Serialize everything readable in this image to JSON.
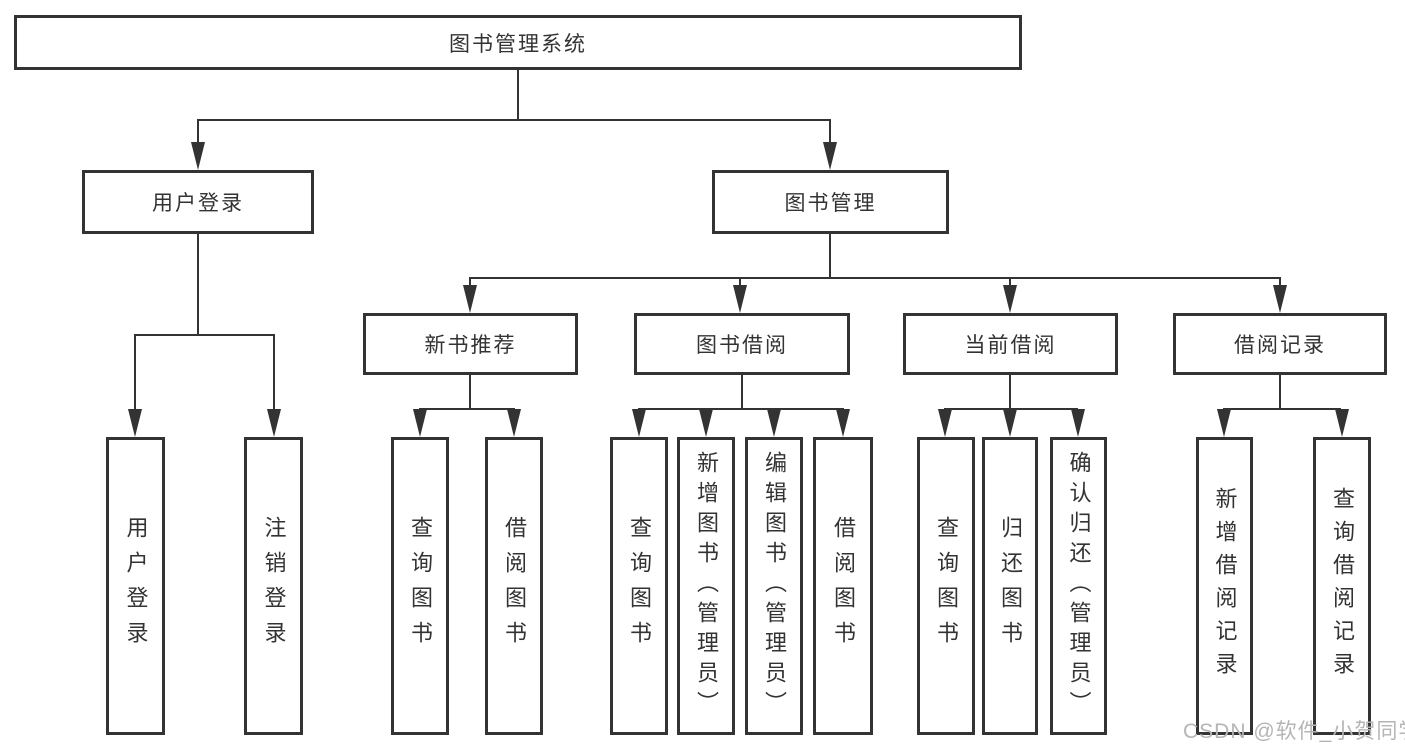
{
  "tree": {
    "label": "图书管理系统",
    "children": [
      {
        "label": "用户登录",
        "children": [
          {
            "label": "用户登录"
          },
          {
            "label": "注销登录"
          }
        ]
      },
      {
        "label": "图书管理",
        "children": [
          {
            "label": "新书推荐",
            "children": [
              {
                "label": "查询图书"
              },
              {
                "label": "借阅图书"
              }
            ]
          },
          {
            "label": "图书借阅",
            "children": [
              {
                "label": "查询图书"
              },
              {
                "label": "新增图书（管理员）"
              },
              {
                "label": "编辑图书（管理员）"
              },
              {
                "label": "借阅图书"
              }
            ]
          },
          {
            "label": "当前借阅",
            "children": [
              {
                "label": "查询图书"
              },
              {
                "label": "归还图书"
              },
              {
                "label": "确认归还（管理员）"
              }
            ]
          },
          {
            "label": "借阅记录",
            "children": [
              {
                "label": "新增借阅记录"
              },
              {
                "label": "查询借阅记录"
              }
            ]
          }
        ]
      }
    ]
  },
  "watermark": {
    "text": "CSDN @软件_小贺同学"
  },
  "colors": {
    "line": "#333333",
    "text": "#333333",
    "watermark": "#b5b5b5",
    "background": "#ffffff"
  }
}
